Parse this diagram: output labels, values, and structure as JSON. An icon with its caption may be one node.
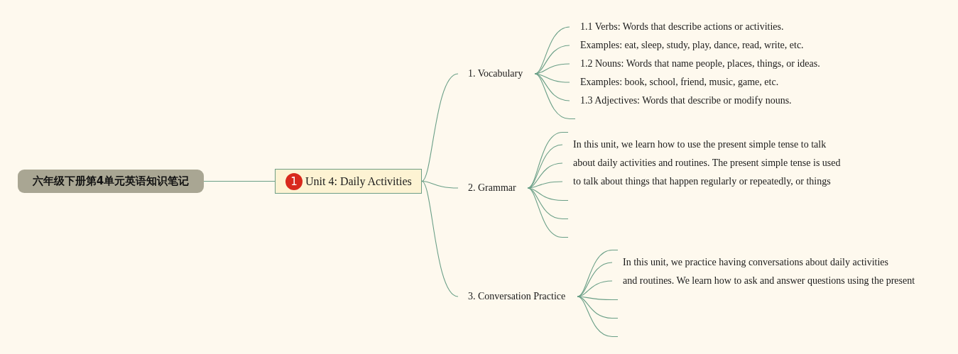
{
  "diagram": {
    "nodes": [
      {
        "text": [
          "六年级下册第4单元英语知识笔记"
        ]
      },
      {
        "text": [
          "Unit 4: Daily Activities"
        ]
      },
      {
        "text": [
          "1. Vocabulary"
        ]
      },
      {
        "text": [
          "2. Grammar"
        ]
      },
      {
        "text": [
          "3. Conversation Practice"
        ]
      },
      {
        "text": [
          "1.1 Verbs: Words that describe actions or activities."
        ]
      },
      {
        "text": [
          "Examples: eat, sleep, study, play, dance, read, write, etc."
        ]
      },
      {
        "text": [
          "1.2 Nouns: Words that name people, places, things, or ideas."
        ]
      },
      {
        "text": [
          "Examples: book, school, friend, music, game, etc."
        ]
      },
      {
        "text": [
          "1.3 Adjectives: Words that describe or modify nouns."
        ]
      },
      {
        "text": [],
        "shape": "line"
      },
      {
        "text": [],
        "shape": "line"
      },
      {
        "text": [
          "In this unit, we learn how to use the present simple tense to talk"
        ]
      },
      {
        "text": [
          "about daily activities and routines. The present simple tense is used"
        ]
      },
      {
        "text": [
          "to talk about things that happen regularly or repeatedly, or things"
        ]
      },
      {
        "text": [],
        "shape": "line"
      },
      {
        "text": [],
        "shape": "line"
      },
      {
        "text": [],
        "shape": "line"
      },
      {
        "text": [],
        "shape": "line"
      },
      {
        "text": [
          "In this unit, we practice having conversations about daily activities"
        ]
      },
      {
        "text": [
          "and routines. We learn how to ask and answer questions using the present"
        ]
      },
      {
        "text": [],
        "shape": "line"
      },
      {
        "text": [],
        "shape": "line"
      },
      {
        "text": [],
        "shape": "line"
      }
    ],
    "edges": [
      {
        "from": 0,
        "to": 1,
        "arrow": "none"
      },
      {
        "from": 1,
        "to": 2,
        "arrow": "none"
      },
      {
        "from": 1,
        "to": 3,
        "arrow": "none"
      },
      {
        "from": 1,
        "to": 4,
        "arrow": "none"
      },
      {
        "from": 2,
        "to": 5,
        "arrow": "none"
      },
      {
        "from": 2,
        "to": 6,
        "arrow": "none"
      },
      {
        "from": 2,
        "to": 7,
        "arrow": "none"
      },
      {
        "from": 2,
        "to": 8,
        "arrow": "none"
      },
      {
        "from": 2,
        "to": 9,
        "arrow": "none"
      },
      {
        "from": 2,
        "to": 10,
        "arrow": "none"
      },
      {
        "from": 3,
        "to": 11,
        "arrow": "none"
      },
      {
        "from": 3,
        "to": 12,
        "arrow": "none"
      },
      {
        "from": 3,
        "to": 13,
        "arrow": "none"
      },
      {
        "from": 3,
        "to": 14,
        "arrow": "none"
      },
      {
        "from": 3,
        "to": 15,
        "arrow": "none"
      },
      {
        "from": 3,
        "to": 16,
        "arrow": "none"
      },
      {
        "from": 3,
        "to": 17,
        "arrow": "none"
      },
      {
        "from": 4,
        "to": 18,
        "arrow": "none"
      },
      {
        "from": 4,
        "to": 19,
        "arrow": "none"
      },
      {
        "from": 4,
        "to": 20,
        "arrow": "none"
      },
      {
        "from": 4,
        "to": 21,
        "arrow": "none"
      },
      {
        "from": 4,
        "to": 22,
        "arrow": "none"
      },
      {
        "from": 4,
        "to": 23,
        "arrow": "none"
      }
    ],
    "labels": [
      "1"
    ]
  }
}
